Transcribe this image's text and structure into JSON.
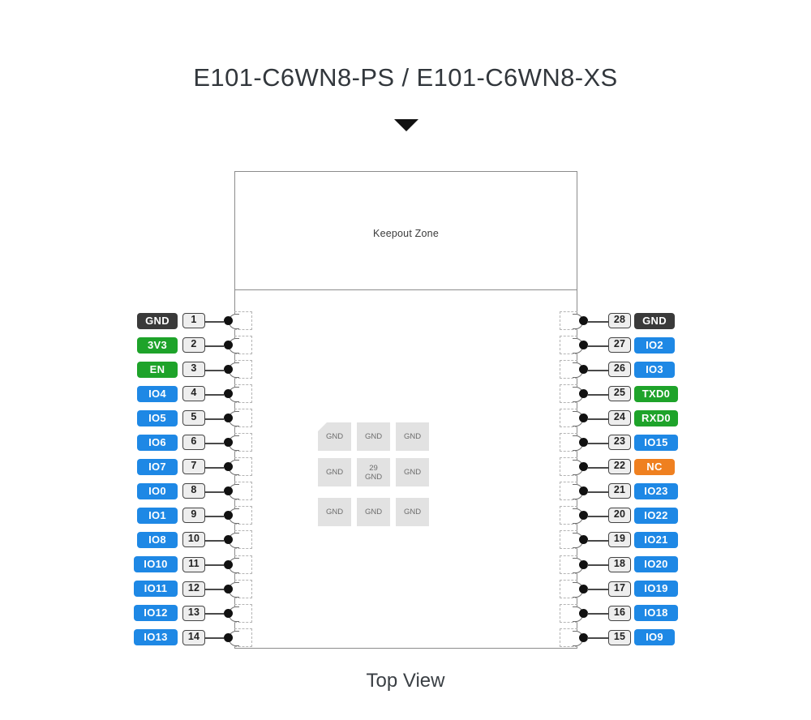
{
  "title": "E101-C6WN8-PS / E101-C6WN8-XS",
  "arrow_icon": "triangle-down-icon",
  "caption": "Top View",
  "module": {
    "keepout_label": "Keepout Zone",
    "center_pads": {
      "label": "GND",
      "center_number": "29",
      "center_label": "GND",
      "rows": 3,
      "cols": 3,
      "chamfered_corner": "top-left"
    }
  },
  "colors": {
    "gnd": "#3a3a3a",
    "power": "#1ea32a",
    "gpio": "#1e88e5",
    "uart": "#1ea32a",
    "nc": "#ef8020",
    "outline": "#8c8c8c",
    "pad_fill": "#e2e2e2",
    "lead": "#4a4a4a",
    "title_text": "#32373c"
  },
  "pins": {
    "left": [
      {
        "number": "1",
        "label": "GND",
        "type": "gnd"
      },
      {
        "number": "2",
        "label": "3V3",
        "type": "power"
      },
      {
        "number": "3",
        "label": "EN",
        "type": "power"
      },
      {
        "number": "4",
        "label": "IO4",
        "type": "gpio"
      },
      {
        "number": "5",
        "label": "IO5",
        "type": "gpio"
      },
      {
        "number": "6",
        "label": "IO6",
        "type": "gpio"
      },
      {
        "number": "7",
        "label": "IO7",
        "type": "gpio"
      },
      {
        "number": "8",
        "label": "IO0",
        "type": "gpio"
      },
      {
        "number": "9",
        "label": "IO1",
        "type": "gpio"
      },
      {
        "number": "10",
        "label": "IO8",
        "type": "gpio"
      },
      {
        "number": "11",
        "label": "IO10",
        "type": "gpio"
      },
      {
        "number": "12",
        "label": "IO11",
        "type": "gpio"
      },
      {
        "number": "13",
        "label": "IO12",
        "type": "gpio"
      },
      {
        "number": "14",
        "label": "IO13",
        "type": "gpio"
      }
    ],
    "right": [
      {
        "number": "28",
        "label": "GND",
        "type": "gnd"
      },
      {
        "number": "27",
        "label": "IO2",
        "type": "gpio"
      },
      {
        "number": "26",
        "label": "IO3",
        "type": "gpio"
      },
      {
        "number": "25",
        "label": "TXD0",
        "type": "uart"
      },
      {
        "number": "24",
        "label": "RXD0",
        "type": "uart"
      },
      {
        "number": "23",
        "label": "IO15",
        "type": "gpio"
      },
      {
        "number": "22",
        "label": "NC",
        "type": "nc"
      },
      {
        "number": "21",
        "label": "IO23",
        "type": "gpio"
      },
      {
        "number": "20",
        "label": "IO22",
        "type": "gpio"
      },
      {
        "number": "19",
        "label": "IO21",
        "type": "gpio"
      },
      {
        "number": "18",
        "label": "IO20",
        "type": "gpio"
      },
      {
        "number": "17",
        "label": "IO19",
        "type": "gpio"
      },
      {
        "number": "16",
        "label": "IO18",
        "type": "gpio"
      },
      {
        "number": "15",
        "label": "IO9",
        "type": "gpio"
      }
    ]
  }
}
